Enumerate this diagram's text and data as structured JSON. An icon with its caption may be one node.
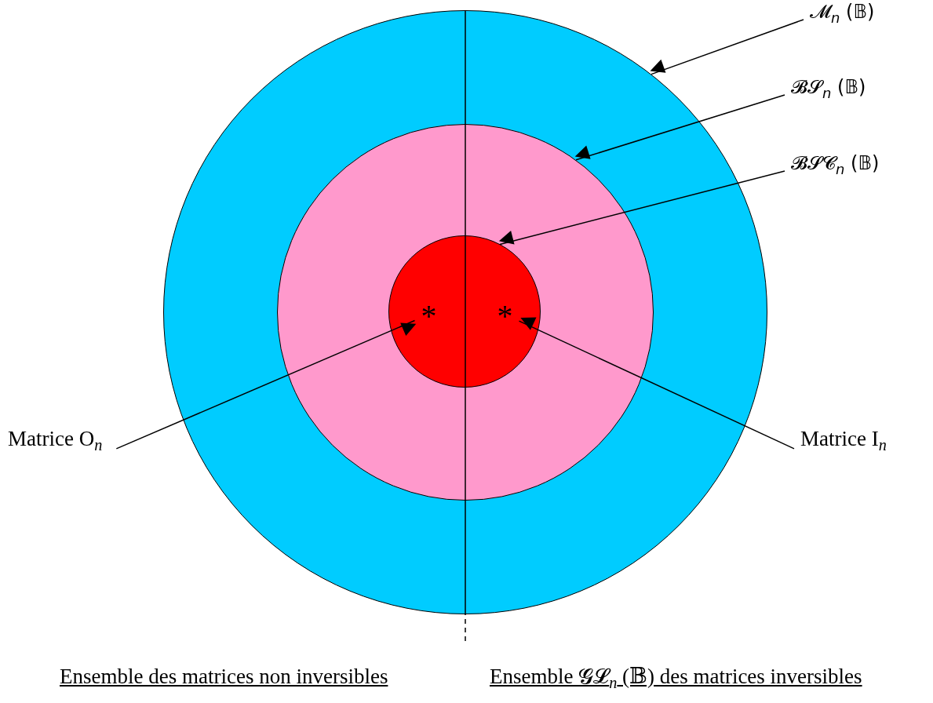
{
  "diagram": {
    "nodes": [
      {
        "text": [],
        "shape": "circle"
      },
      {
        "text": [],
        "shape": "circle",
        "in": 0
      },
      {
        "text": [],
        "shape": "circle",
        "in": 1
      },
      {
        "text": [
          "*"
        ],
        "in": 2
      },
      {
        "text": [
          "*"
        ],
        "in": 2
      },
      {
        "text": [
          "𝓜$_{n}$ (𝔹)"
        ]
      },
      {
        "text": [
          "𝓑𝓢$_{n}$ (𝔹)"
        ]
      },
      {
        "text": [
          "𝓑𝓢𝓒$_{n}$ (𝔹)"
        ]
      },
      {
        "text": [
          "Matrice O$_{n}$"
        ]
      },
      {
        "text": [
          "Matrice I$_{n}$"
        ]
      }
    ],
    "edges": [
      {
        "from": 5,
        "to": 0,
        "arrow": "to"
      },
      {
        "from": 6,
        "to": 1,
        "arrow": "to"
      },
      {
        "from": 7,
        "to": 2,
        "arrow": "to"
      },
      {
        "from": 8,
        "to": 3,
        "arrow": "to"
      },
      {
        "from": 9,
        "to": 4,
        "arrow": "to"
      }
    ],
    "labels": [
      "Ensemble des matrices non inversibles",
      "Ensemble 𝓖𝓛$_{n}$ (𝔹) des matrices inversibles"
    ]
  }
}
